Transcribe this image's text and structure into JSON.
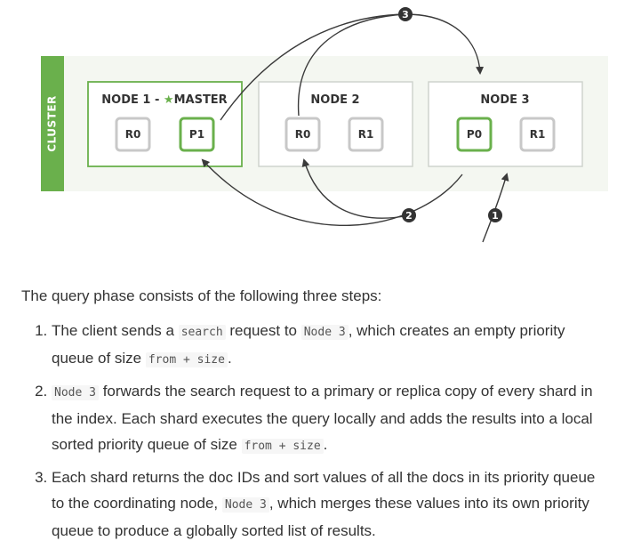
{
  "diagram": {
    "cluster_label": "CLUSTER",
    "nodes": [
      {
        "title_prefix": "NODE 1 - ",
        "title_suffix": "MASTER",
        "shards": [
          "R0",
          "P1"
        ]
      },
      {
        "title": "NODE 2",
        "shards": [
          "R0",
          "R1"
        ]
      },
      {
        "title": "NODE 3",
        "shards": [
          "P0",
          "R1"
        ]
      }
    ],
    "steps": [
      "1",
      "2",
      "3"
    ],
    "colors": {
      "accent": "#6ab04c",
      "background": "#f4f7f1",
      "replica_border": "#c8c8c8",
      "arrow": "#3a3a3a"
    },
    "icons": {
      "master": "star-icon"
    }
  },
  "content": {
    "intro": "The query phase consists of the following three steps:",
    "steps": [
      {
        "t1": "The client sends a ",
        "c1": "search",
        "t2": " request to ",
        "c2": "Node 3",
        "t3": ", which creates an empty priority queue of size ",
        "c3": "from + size",
        "t4": "."
      },
      {
        "c1": "Node 3",
        "t1": " forwards the search request to a primary or replica copy of every shard in the index. Each shard executes the query locally and adds the results into a local sorted priority queue of size ",
        "c2": "from + size",
        "t2": "."
      },
      {
        "t1": "Each shard returns the doc IDs and sort values of all the docs in its priority queue to the coordinating node, ",
        "c1": "Node 3",
        "t2": ", which merges these values into its own priority queue to produce a globally sorted list of results."
      }
    ]
  }
}
